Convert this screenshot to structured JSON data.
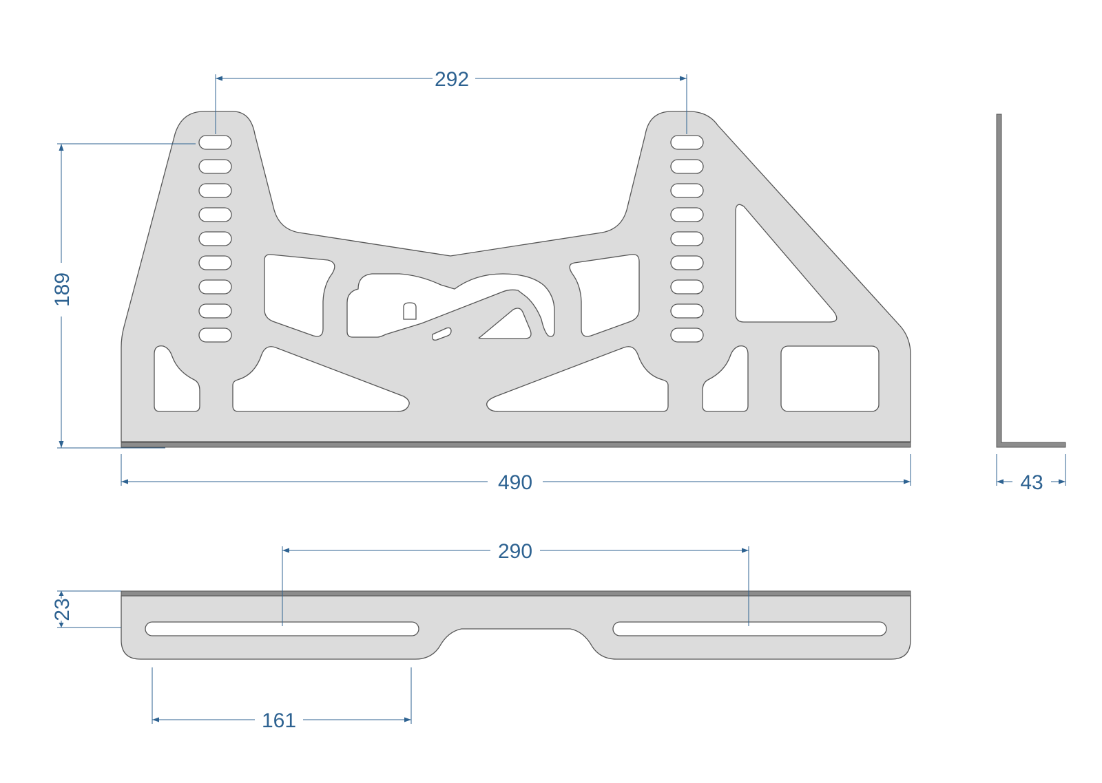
{
  "dimensions": {
    "mount_spacing_top": "292",
    "height": "189",
    "overall_length": "490",
    "flange_width": "43",
    "slot_spacing": "290",
    "flange_height": "23",
    "slot_length": "161"
  },
  "colors": {
    "dimension": "#2d6291",
    "plate_fill": "#dcdcdc",
    "plate_outline": "#555555",
    "plate_edge": "#8c8c8c",
    "background": "#ffffff"
  }
}
